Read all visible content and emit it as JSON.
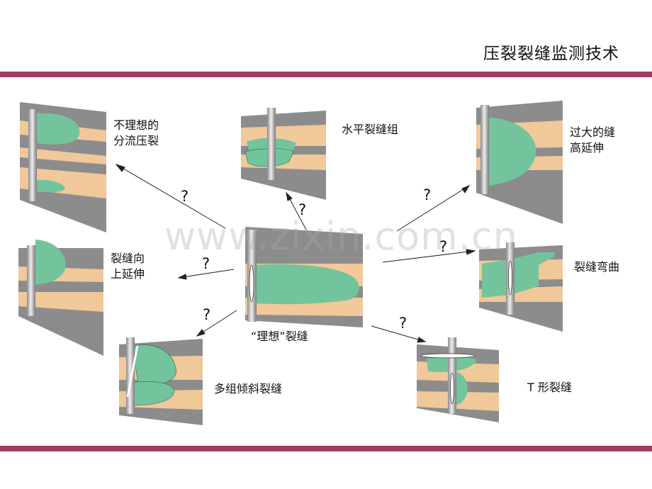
{
  "header": {
    "title": "压裂裂缝监测技术"
  },
  "watermark": "www.zixin.com.cn",
  "labels": {
    "ideal": "“理想”裂缝",
    "undesired_branch_line1": "不理想的",
    "undesired_branch_line2": "分流压裂",
    "horizontal_group": "水平裂缝组",
    "too_high_line1": "过大的缝",
    "too_high_line2": "高延伸",
    "upward_line1": "裂缝向",
    "upward_line2": "上延伸",
    "bent": "裂缝弯曲",
    "inclined_group": "多组倾斜裂缝",
    "t_shape": "T  形裂缝"
  },
  "question_mark": "?",
  "colors": {
    "band": "#a23a64",
    "fracture": "#73c49c",
    "sand": "#f0c89a",
    "shale": "#8c8c8c",
    "pipe": "#bdbdbd"
  }
}
